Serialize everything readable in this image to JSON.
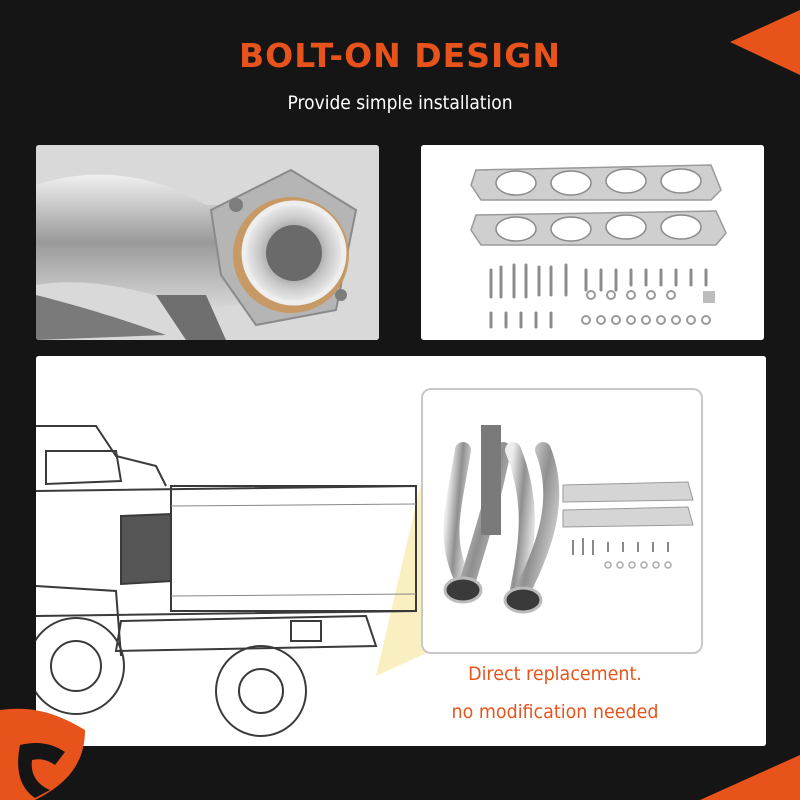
{
  "header": {
    "title": "BOLT-ON DESIGN",
    "subtitle": "Provide simple  installation"
  },
  "callout": {
    "line1": "Direct replacement.",
    "line2": "no modification needed"
  },
  "colors": {
    "accent": "#e8531c",
    "background": "#151515",
    "panel": "#ffffff",
    "highlight": "#f2d24a"
  },
  "icons": {
    "brand_logo": "shield-logo-icon"
  }
}
